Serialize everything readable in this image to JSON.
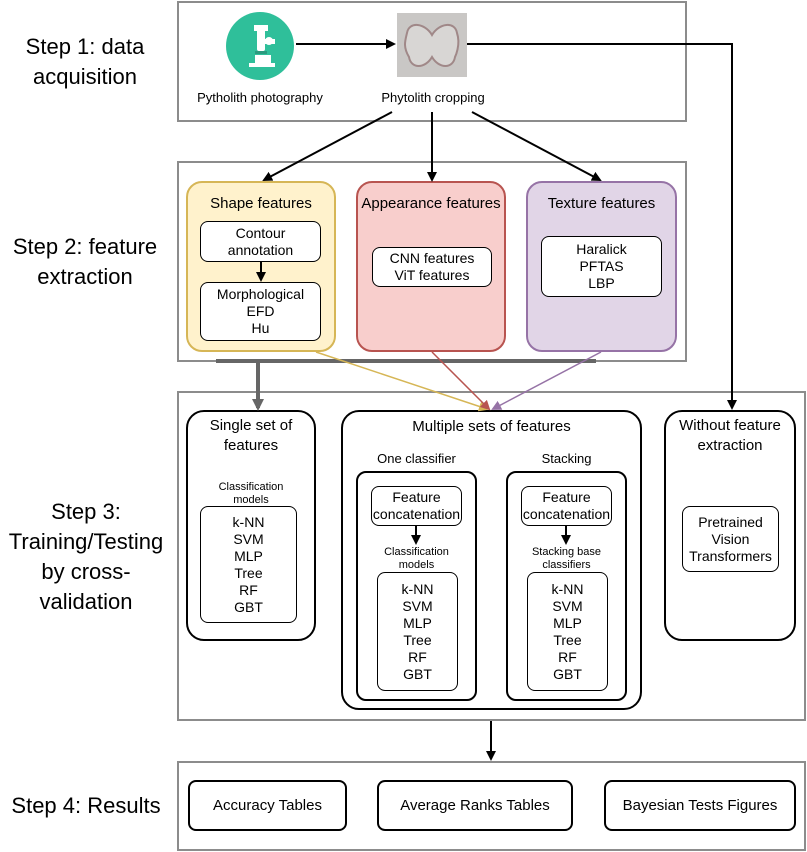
{
  "steps": {
    "s1": [
      "Step 1: data",
      "acquisition"
    ],
    "s2": [
      "Step 2: feature",
      "extraction"
    ],
    "s3": [
      "Step 3:",
      "Training/Testing",
      "by cross-",
      "validation"
    ],
    "s4": "Step 4: Results"
  },
  "step1": {
    "photography_label": "Pytholith photography",
    "cropping_label": "Phytolith cropping",
    "icons": [
      "microscope-icon",
      "phytolith-image"
    ],
    "colors": {
      "microscope_circle": "#2fbf9a"
    }
  },
  "step2": {
    "shape": {
      "title": "Shape features",
      "contour": [
        "Contour",
        "annotation"
      ],
      "morph": [
        "Morphological",
        "EFD",
        "Hu"
      ],
      "color": "#fff2cc",
      "border": "#d6b656"
    },
    "appearance": {
      "title": "Appearance features",
      "items": [
        "CNN features",
        "ViT features"
      ],
      "color": "#f8cecc",
      "border": "#b85450"
    },
    "texture": {
      "title": "Texture features",
      "items": [
        "Haralick",
        "PFTAS",
        "LBP"
      ],
      "color": "#e1d5e7",
      "border": "#9673a6"
    }
  },
  "step3": {
    "single": {
      "title": [
        "Single set of",
        "features"
      ],
      "sub": [
        "Classification",
        "models"
      ],
      "models": [
        "k-NN",
        "SVM",
        "MLP",
        "Tree",
        "RF",
        "GBT"
      ]
    },
    "multiple": {
      "title": "Multiple sets of features",
      "one": {
        "title": "One classifier",
        "concat": [
          "Feature",
          "concatenation"
        ],
        "sub": [
          "Classification",
          "models"
        ],
        "models": [
          "k-NN",
          "SVM",
          "MLP",
          "Tree",
          "RF",
          "GBT"
        ]
      },
      "stacking": {
        "title": "Stacking",
        "concat": [
          "Feature",
          "concatenation"
        ],
        "sub": [
          "Stacking base",
          "classifiers"
        ],
        "models": [
          "k-NN",
          "SVM",
          "MLP",
          "Tree",
          "RF",
          "GBT"
        ]
      }
    },
    "without": {
      "title": [
        "Without feature",
        "extraction"
      ],
      "box": [
        "Pretrained",
        "Vision",
        "Transformers"
      ]
    }
  },
  "step4": {
    "results": [
      "Accuracy Tables",
      "Average Ranks Tables",
      "Bayesian Tests Figures"
    ]
  }
}
